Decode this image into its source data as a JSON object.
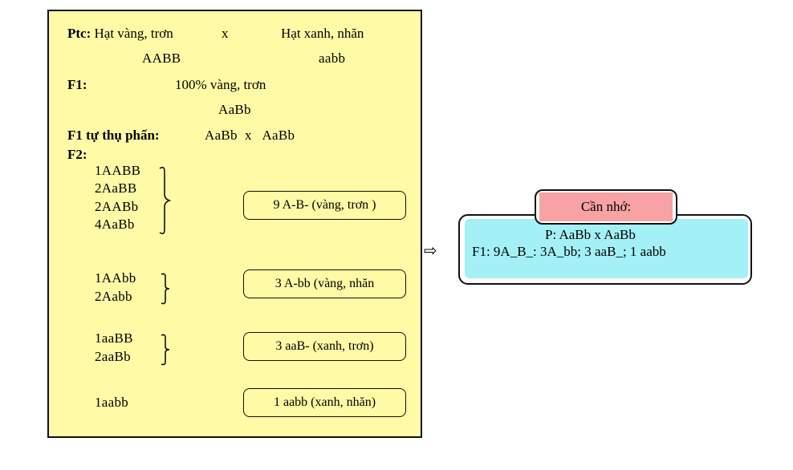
{
  "ptc": {
    "label": "Ptc:",
    "left_parent": "Hạt vàng, trơn",
    "cross": "x",
    "right_parent": "Hạt xanh, nhăn",
    "left_genotype": "AABB",
    "right_genotype": "aabb"
  },
  "f1": {
    "label": "F1:",
    "phenotype": "100% vàng, trơn",
    "genotype": "AaBb"
  },
  "selfing": {
    "label": "F1 tự thụ phấn:",
    "cross": "AaBb  x   AaBb"
  },
  "f2": {
    "label": "F2:",
    "groups": [
      {
        "genotypes": [
          "1AABB",
          "2AaBB",
          "2AABb",
          "4AaBb"
        ],
        "result": "9 A-B-  (vàng, trơn )"
      },
      {
        "genotypes": [
          "1AAbb",
          "2Aabb"
        ],
        "result": "3 A-bb  (vàng, nhăn"
      },
      {
        "genotypes": [
          "1aaBB",
          "2aaBb"
        ],
        "result": "3 aaB-  (xanh, trơn)"
      },
      {
        "genotypes": [
          "1aabb"
        ],
        "result": "1 aabb (xanh, nhăn)"
      }
    ]
  },
  "arrow_symbol": "⇨",
  "note": {
    "title": "Cần nhớ:",
    "line1": "P: AaBb x AaBb",
    "line2": "F1: 9A_B_: 3A_bb; 3 aaB_; 1 aabb"
  },
  "colors": {
    "panel": "#fefaa6",
    "note_body": "#a3f0f6",
    "note_title": "#f9a2a3"
  }
}
